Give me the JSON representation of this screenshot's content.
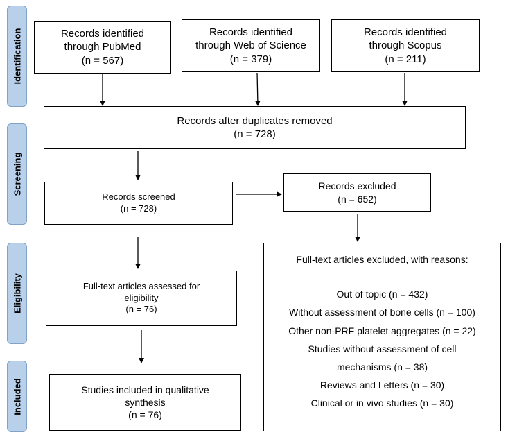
{
  "stages": {
    "identification": "Identification",
    "screening": "Screening",
    "eligibility": "Eligibility",
    "included": "Included"
  },
  "identification": {
    "pubmed": [
      "Records identified",
      "through PubMed",
      "(n = 567)"
    ],
    "wos": [
      "Records identified",
      "through Web of Science",
      "(n = 379)"
    ],
    "scopus": [
      "Records identified",
      "through Scopus",
      "(n = 211)"
    ]
  },
  "duplicates": [
    "Records after duplicates removed",
    "(n = 728)"
  ],
  "screened": [
    "Records screened",
    "(n = 728)"
  ],
  "excluded": [
    "Records excluded",
    "(n = 652)"
  ],
  "fulltext_assessed": [
    "Full-text articles assessed for",
    "eligibility",
    "(n = 76)"
  ],
  "fulltext_excluded": {
    "heading": "Full-text articles excluded, with reasons:",
    "reasons": [
      "Out of topic (n = 432)",
      "Without assessment of bone cells (n = 100)",
      "Other non-PRF platelet aggregates (n = 22)",
      "Studies without assessment of cell",
      "mechanisms (n = 38)",
      "Reviews and Letters (n = 30)",
      "Clinical or in vivo studies (n = 30)"
    ]
  },
  "included": [
    "Studies included in qualitative",
    "synthesis",
    "(n = 76)"
  ]
}
